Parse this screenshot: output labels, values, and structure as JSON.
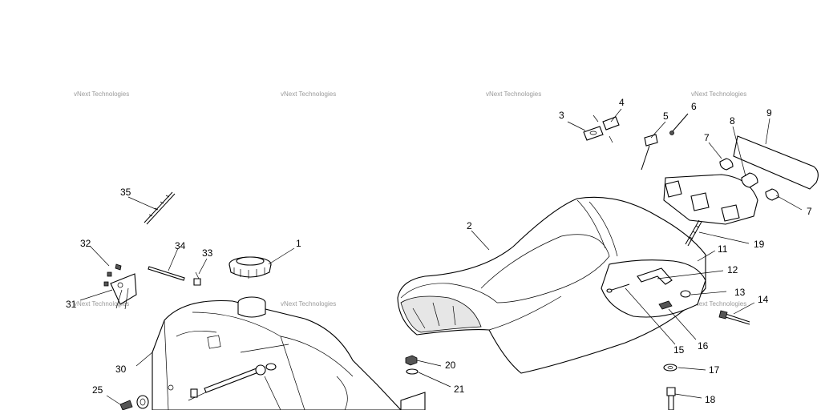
{
  "watermark": "vNext Technologies",
  "callouts": {
    "c1": "1",
    "c2": "2",
    "c3": "3",
    "c4": "4",
    "c5": "5",
    "c6": "6",
    "c7a": "7",
    "c7b": "7",
    "c8": "8",
    "c9": "9",
    "c11": "11",
    "c12": "12",
    "c13": "13",
    "c14": "14",
    "c15": "15",
    "c16": "16",
    "c17": "17",
    "c18": "18",
    "c19": "19",
    "c20": "20",
    "c21": "21",
    "c25": "25",
    "c30": "30",
    "c31": "31",
    "c32": "32",
    "c33": "33",
    "c34": "34",
    "c35": "35"
  }
}
